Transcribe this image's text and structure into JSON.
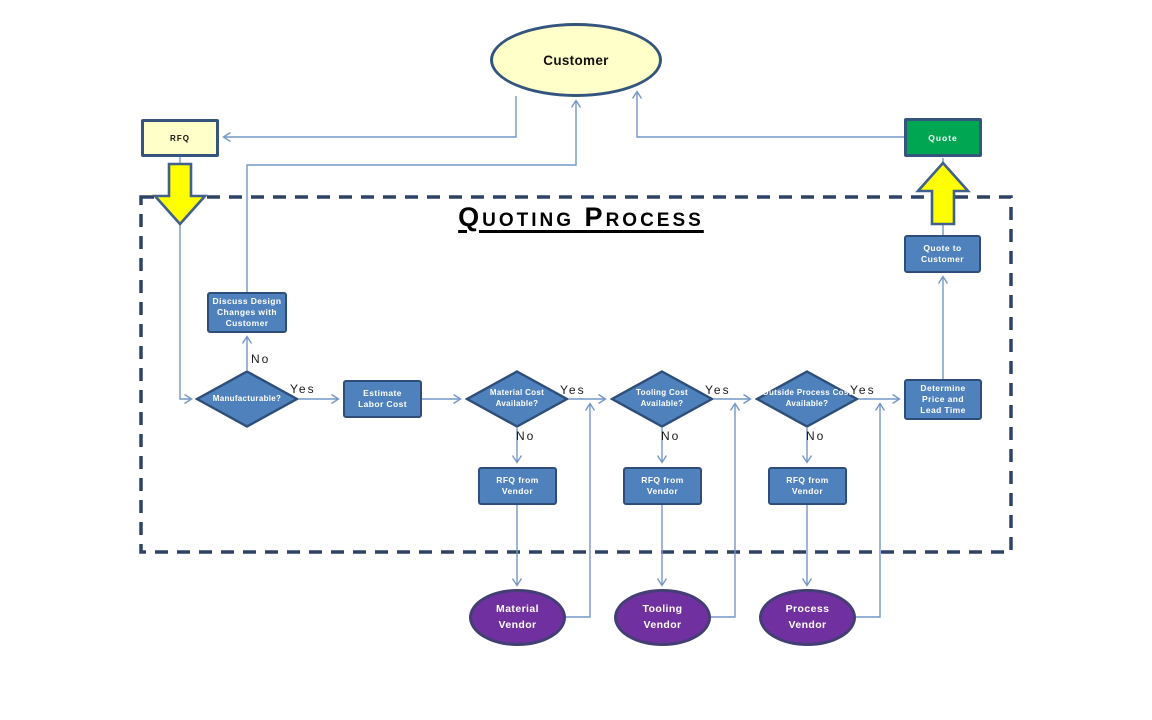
{
  "title": "Quoting Process",
  "colors": {
    "process_fill": "#4F81BD",
    "process_border": "#2E4E79",
    "terminal_fill": "#FFFFC9",
    "terminal_border": "#33557E",
    "quote_fill": "#00A651",
    "vendor_fill": "#7030A0",
    "vendor_border": "#433E75",
    "connector": "#7596C8",
    "block_arrow_fill": "#FFFF00",
    "block_arrow_border": "#41618C",
    "dashed_border": "#2E4466"
  },
  "nodes": {
    "customer": {
      "label": "Customer"
    },
    "rfq": {
      "label": "RFQ"
    },
    "quote": {
      "label": "Quote"
    },
    "quote_to_customer": {
      "label": "Quote to Customer"
    },
    "discuss_design": {
      "label": "Discuss Design Changes with Customer"
    },
    "manufacturable": {
      "label": "Manufacturable?"
    },
    "estimate_labor": {
      "label": "Estimate Labor Cost"
    },
    "material_cost": {
      "label": "Material Cost Available?"
    },
    "tooling_cost": {
      "label": "Tooling Cost Available?"
    },
    "outside_process": {
      "label": "Outside Process Cost Available?"
    },
    "determine_price": {
      "label": "Determine Price and Lead Time"
    },
    "rfq_vendor_material": {
      "label": "RFQ from Vendor"
    },
    "rfq_vendor_tooling": {
      "label": "RFQ from Vendor"
    },
    "rfq_vendor_process": {
      "label": "RFQ from Vendor"
    },
    "material_vendor": {
      "label": "Material Vendor"
    },
    "tooling_vendor": {
      "label": "Tooling Vendor"
    },
    "process_vendor": {
      "label": "Process Vendor"
    }
  },
  "edge_labels": {
    "yes": "Yes",
    "no": "No"
  }
}
